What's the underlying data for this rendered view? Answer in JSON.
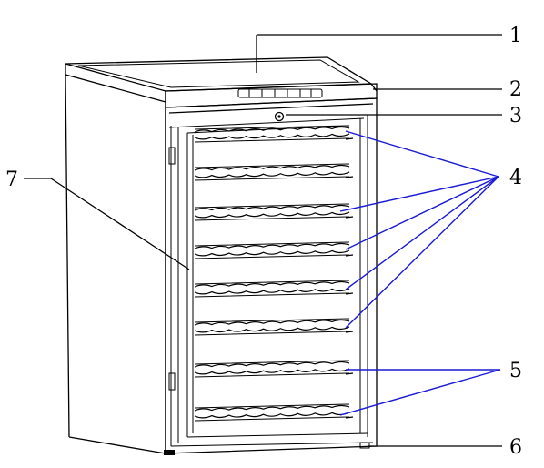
{
  "diagram": {
    "callouts": [
      {
        "id": "1",
        "label": "1"
      },
      {
        "id": "2",
        "label": "2"
      },
      {
        "id": "3",
        "label": "3"
      },
      {
        "id": "4",
        "label": "4"
      },
      {
        "id": "5",
        "label": "5"
      },
      {
        "id": "6",
        "label": "6"
      },
      {
        "id": "7",
        "label": "7"
      }
    ],
    "colors": {
      "line": "#000000",
      "leader_blue": "#1a1ad6",
      "background": "#ffffff"
    }
  }
}
